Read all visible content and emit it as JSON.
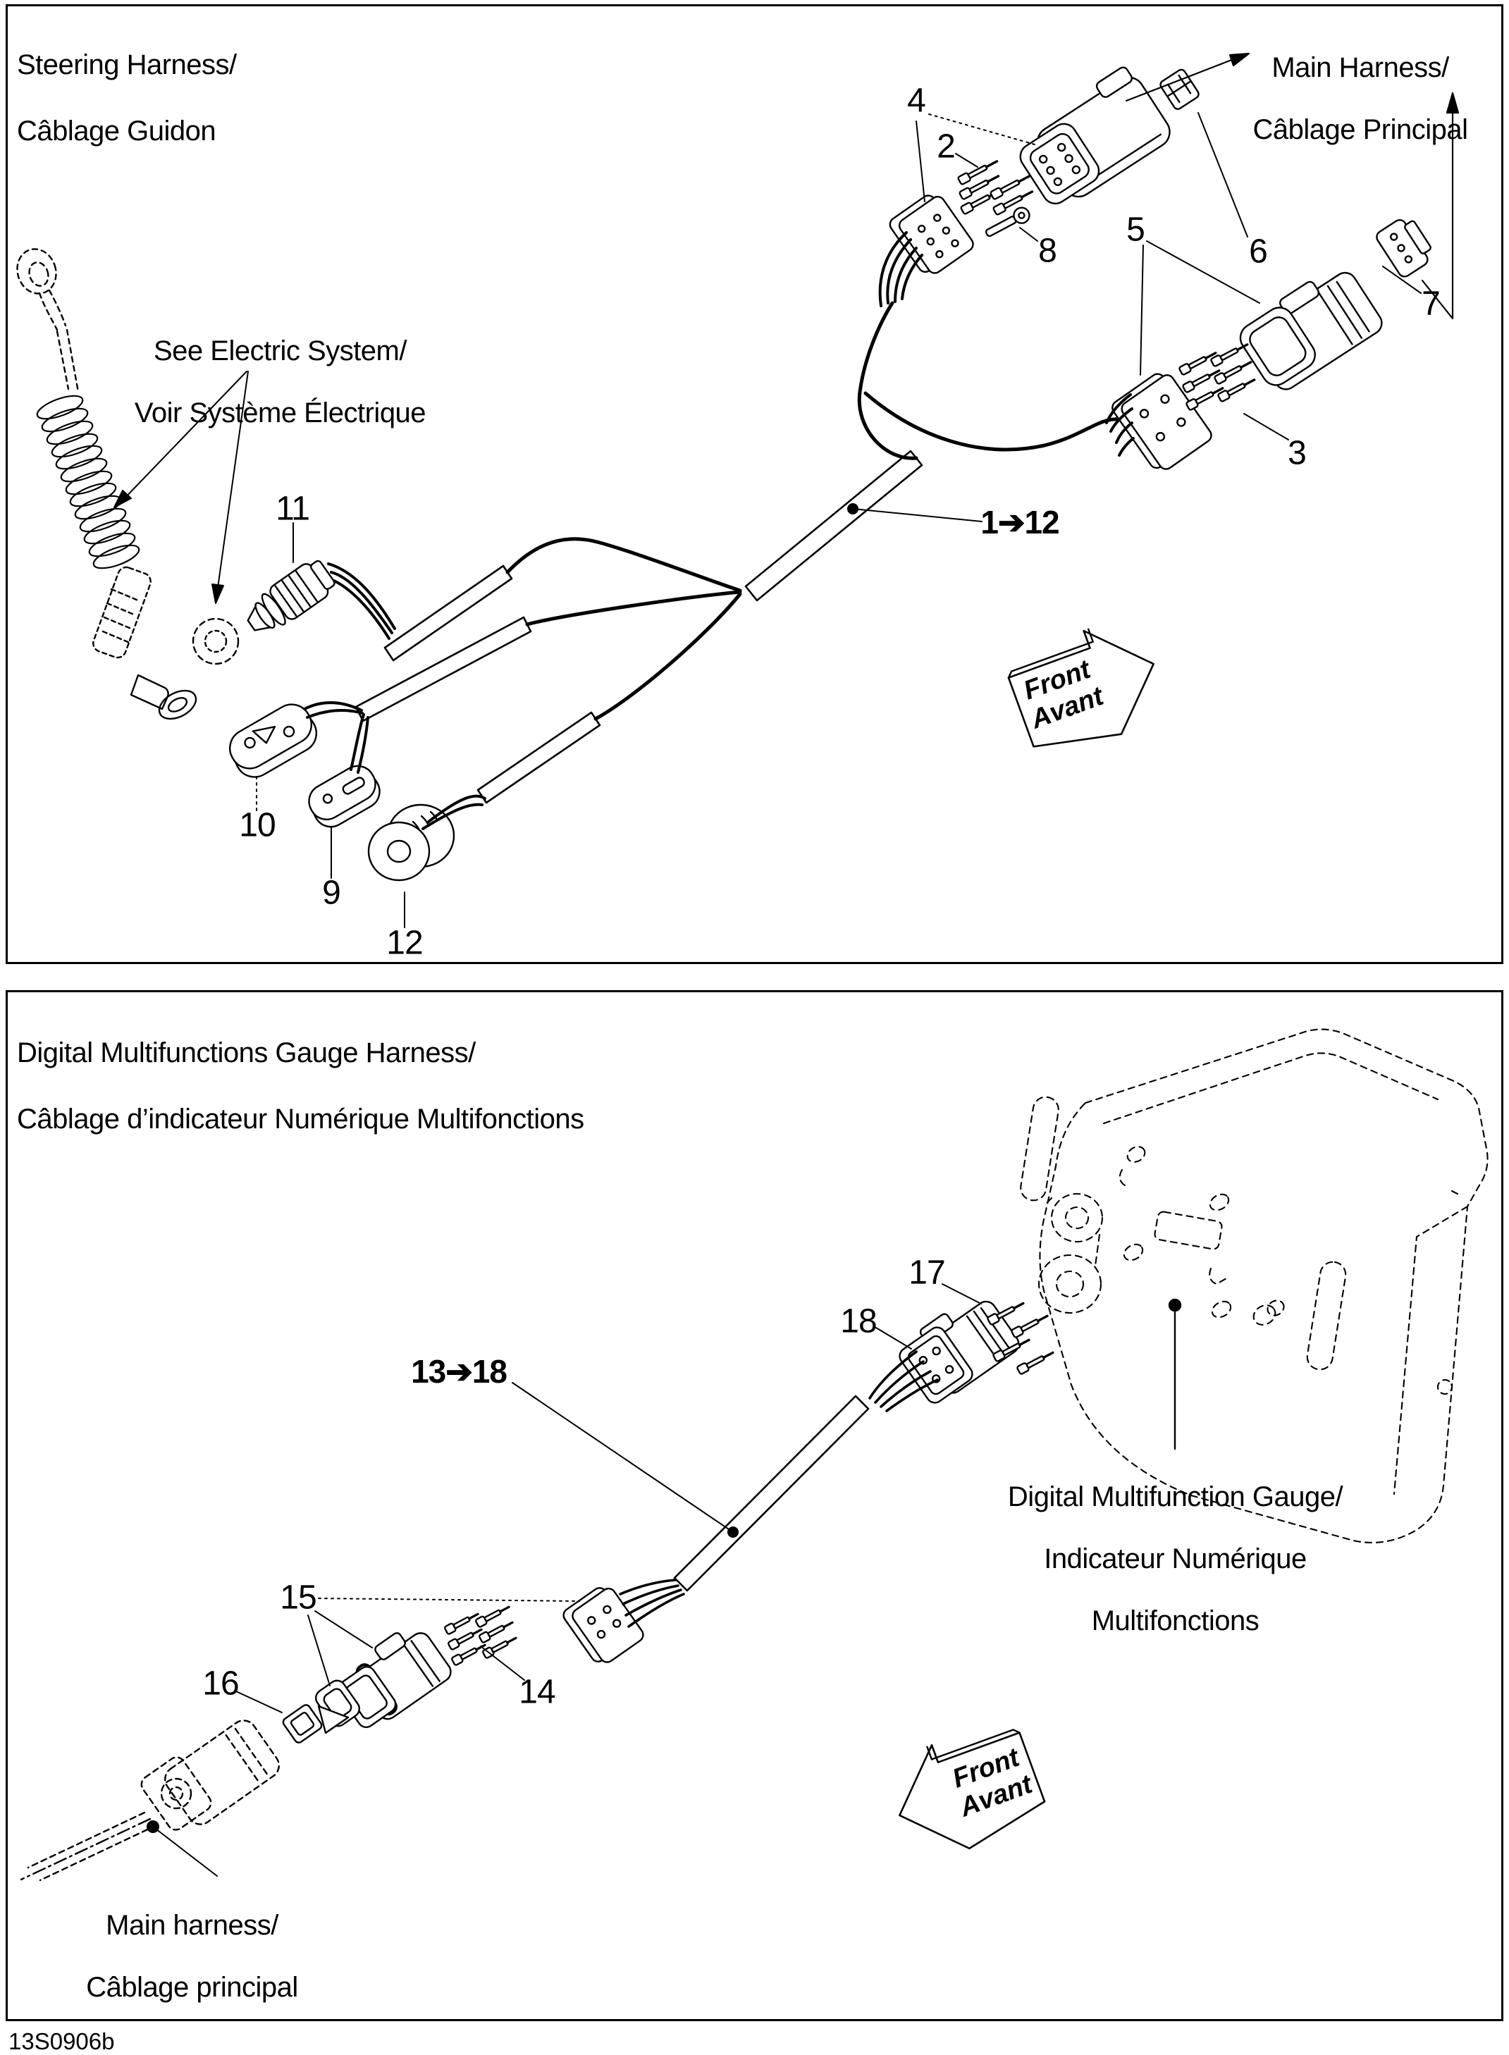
{
  "footer": {
    "part_code": "13S0906b"
  },
  "panel1": {
    "title1": "Steering Harness/",
    "title2": "Câblage Guidon",
    "main_harness1": "Main Harness/",
    "main_harness2": "Câblage Principal",
    "see_electric1": "See Electric System/",
    "see_electric2": "Voir Système Électrique",
    "range_label": "1➔12",
    "front1": "Front",
    "front2": "Avant",
    "callouts": {
      "c2": "2",
      "c3": "3",
      "c4": "4",
      "c5": "5",
      "c6": "6",
      "c7": "7",
      "c8": "8",
      "c9": "9",
      "c10": "10",
      "c11": "11",
      "c12": "12"
    }
  },
  "panel2": {
    "title1": "Digital Multifunctions Gauge Harness/",
    "title2": "Câblage d’indicateur Numérique Multifonctions",
    "gauge1": "Digital Multifunction Gauge/",
    "gauge2": "Indicateur Numérique",
    "gauge3": "Multifonctions",
    "main_harness1": "Main harness/",
    "main_harness2": "Câblage principal",
    "range_label": "13➔18",
    "front1": "Front",
    "front2": "Avant",
    "callouts": {
      "c14": "14",
      "c15": "15",
      "c16": "16",
      "c17": "17",
      "c18": "18"
    }
  }
}
